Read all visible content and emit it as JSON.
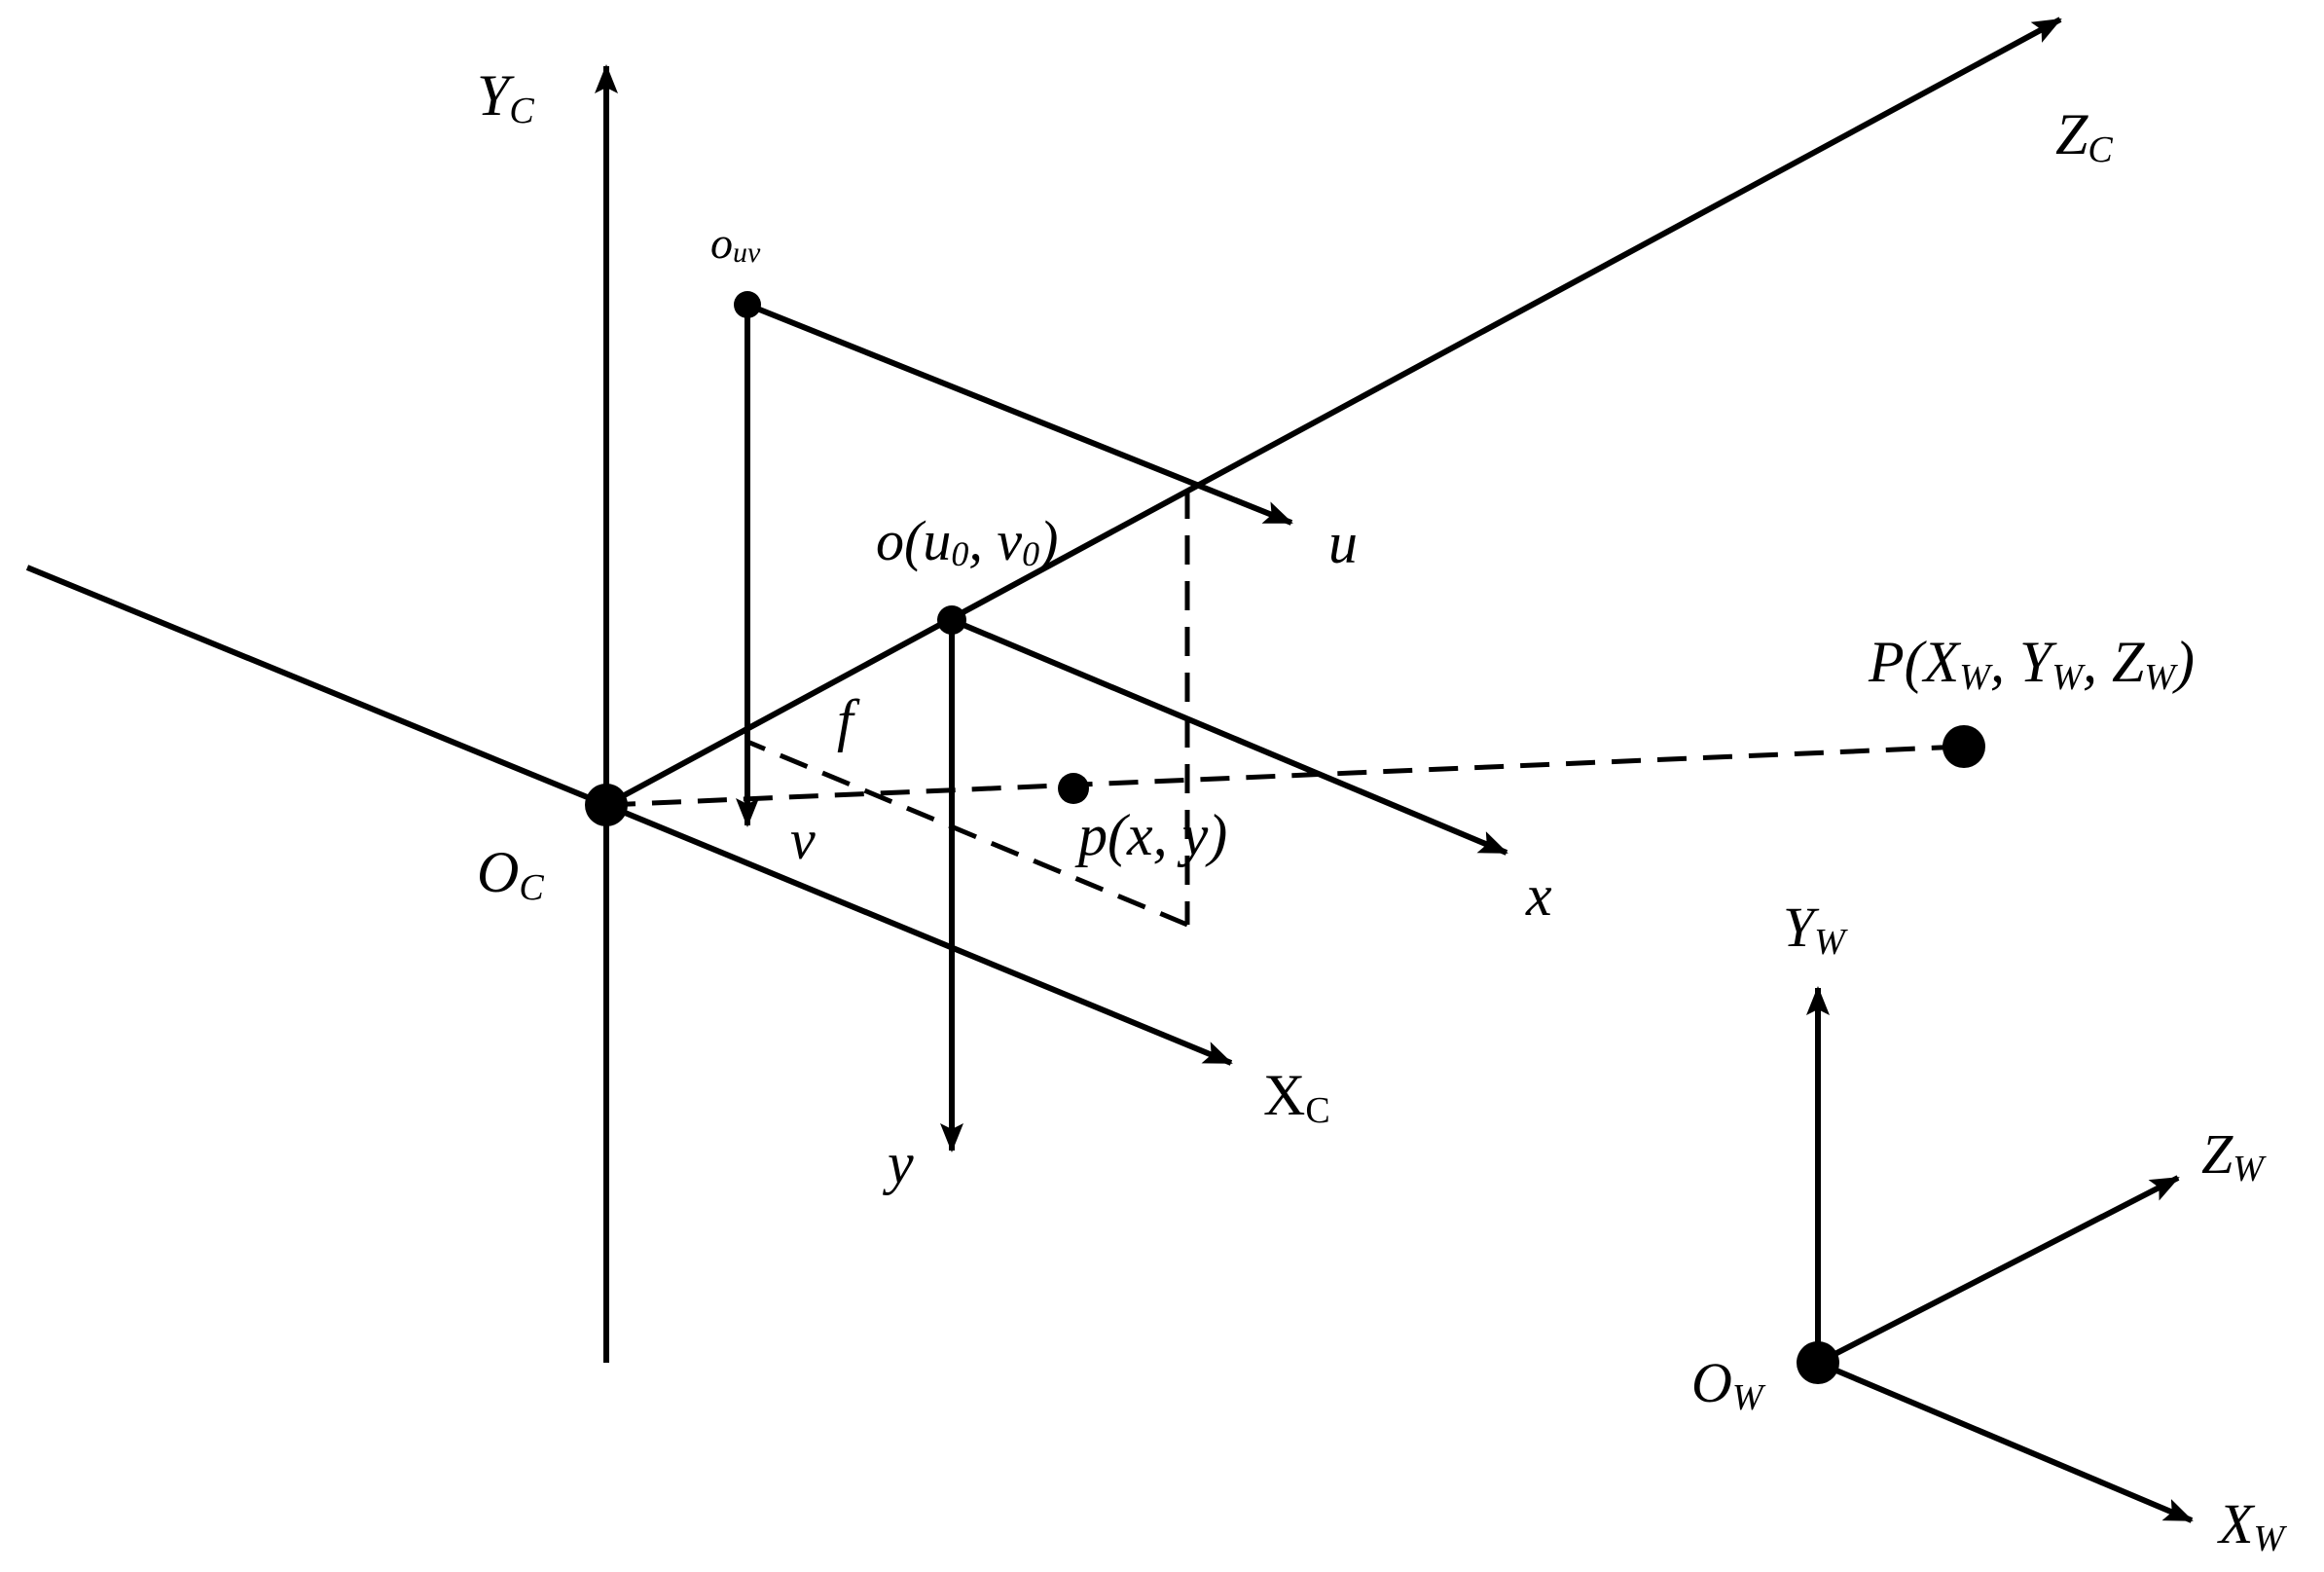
{
  "diagram": {
    "labels": {
      "yc": {
        "main": "Y",
        "sub": "C"
      },
      "zc": {
        "main": "Z",
        "sub": "C"
      },
      "xc": {
        "main": "X",
        "sub": "C"
      },
      "oc": {
        "main": "O",
        "sub": "C"
      },
      "ouv": {
        "main": "o",
        "sub": "uv"
      },
      "principal_point": {
        "pre": "o(u",
        "sub0": "0",
        "mid": ", v",
        "sub1": "0",
        "post": ")"
      },
      "u": "u",
      "v": "v",
      "f": "f",
      "x": "x",
      "y": "y",
      "image_point": "p(x, y)",
      "world_point": {
        "pre": "P(X",
        "s1": "W",
        "m1": ", Y",
        "s2": "W",
        "m2": ", Z",
        "s3": "W",
        "post": ")"
      },
      "yw": {
        "main": "Y",
        "sub": "W"
      },
      "zw": {
        "main": "Z",
        "sub": "W"
      },
      "xw": {
        "main": "X",
        "sub": "W"
      },
      "ow": {
        "main": "O",
        "sub": "W"
      }
    }
  }
}
